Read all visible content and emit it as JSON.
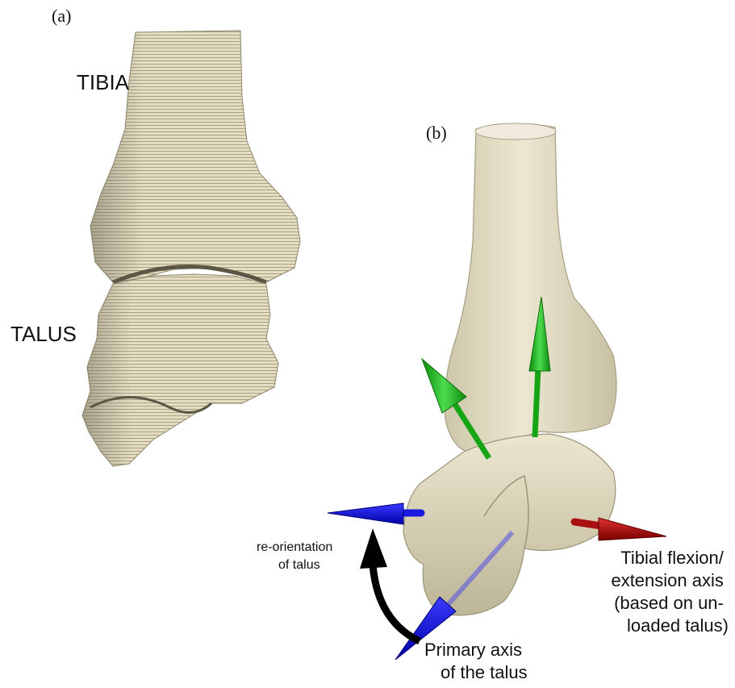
{
  "panels": {
    "a": {
      "label": "(a)",
      "tibia_label": "TIBIA",
      "talus_label": "TALUS"
    },
    "b": {
      "label": "(b)"
    }
  },
  "annotations": {
    "reorientation": [
      "re-orientation",
      "of talus"
    ],
    "tibial_axis": [
      "Tibial flexion/",
      "extension axis",
      "(based on un-",
      "loaded talus)"
    ],
    "primary_axis": [
      "Primary axis",
      "of the talus"
    ]
  },
  "colors": {
    "bone": "#e6e0c8",
    "bone_shadow": "#b9b195",
    "green_axis": "#1fbf1f",
    "blue_axis": "#1010e0",
    "red_axis": "#c01010",
    "curved_arrow": "#000000"
  }
}
